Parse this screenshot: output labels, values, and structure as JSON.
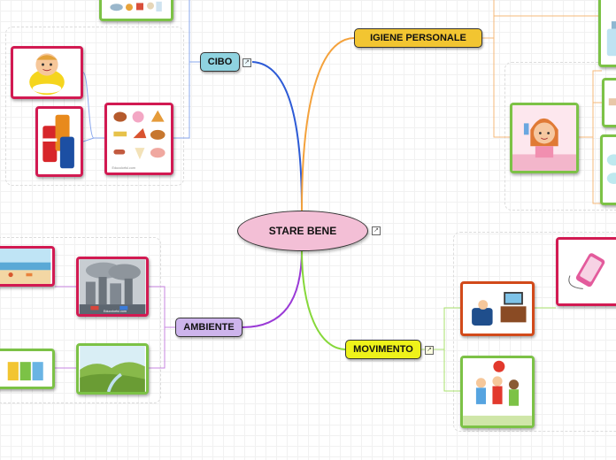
{
  "central": {
    "label": "STARE BENE"
  },
  "topics": {
    "cibo": {
      "label": "CIBO",
      "color": "#8fd3e0",
      "line": "#2d5bd6"
    },
    "igiene": {
      "label": "IGIENE PERSONALE",
      "color": "#f2c531",
      "line": "#f4a23c"
    },
    "ambiente": {
      "label": "AMBIENTE",
      "color": "#cdb4ec",
      "line": "#9a3ad6"
    },
    "movimento": {
      "label": "MOVIMENTO",
      "color": "#eef21a",
      "line": "#86d83a"
    }
  },
  "images": [
    {
      "name": "food-pyramid-image",
      "topic": "cibo"
    },
    {
      "name": "overweight-child-image",
      "topic": "cibo"
    },
    {
      "name": "soda-cans-image",
      "topic": "cibo"
    },
    {
      "name": "junk-food-image",
      "topic": "cibo"
    },
    {
      "name": "soap-bottle-image",
      "topic": "igiene"
    },
    {
      "name": "girl-brushing-hair-image",
      "topic": "igiene"
    },
    {
      "name": "towel-image",
      "topic": "igiene"
    },
    {
      "name": "toothbrush-image",
      "topic": "igiene"
    },
    {
      "name": "polluted-beach-image",
      "topic": "ambiente"
    },
    {
      "name": "smog-city-image",
      "topic": "ambiente"
    },
    {
      "name": "recycling-bins-image",
      "topic": "ambiente"
    },
    {
      "name": "green-valley-image",
      "topic": "ambiente"
    },
    {
      "name": "smartphone-image",
      "topic": "movimento"
    },
    {
      "name": "boy-watching-tv-image",
      "topic": "movimento"
    },
    {
      "name": "children-playing-image",
      "topic": "movimento"
    }
  ],
  "image_caption": "Educolorful.com"
}
